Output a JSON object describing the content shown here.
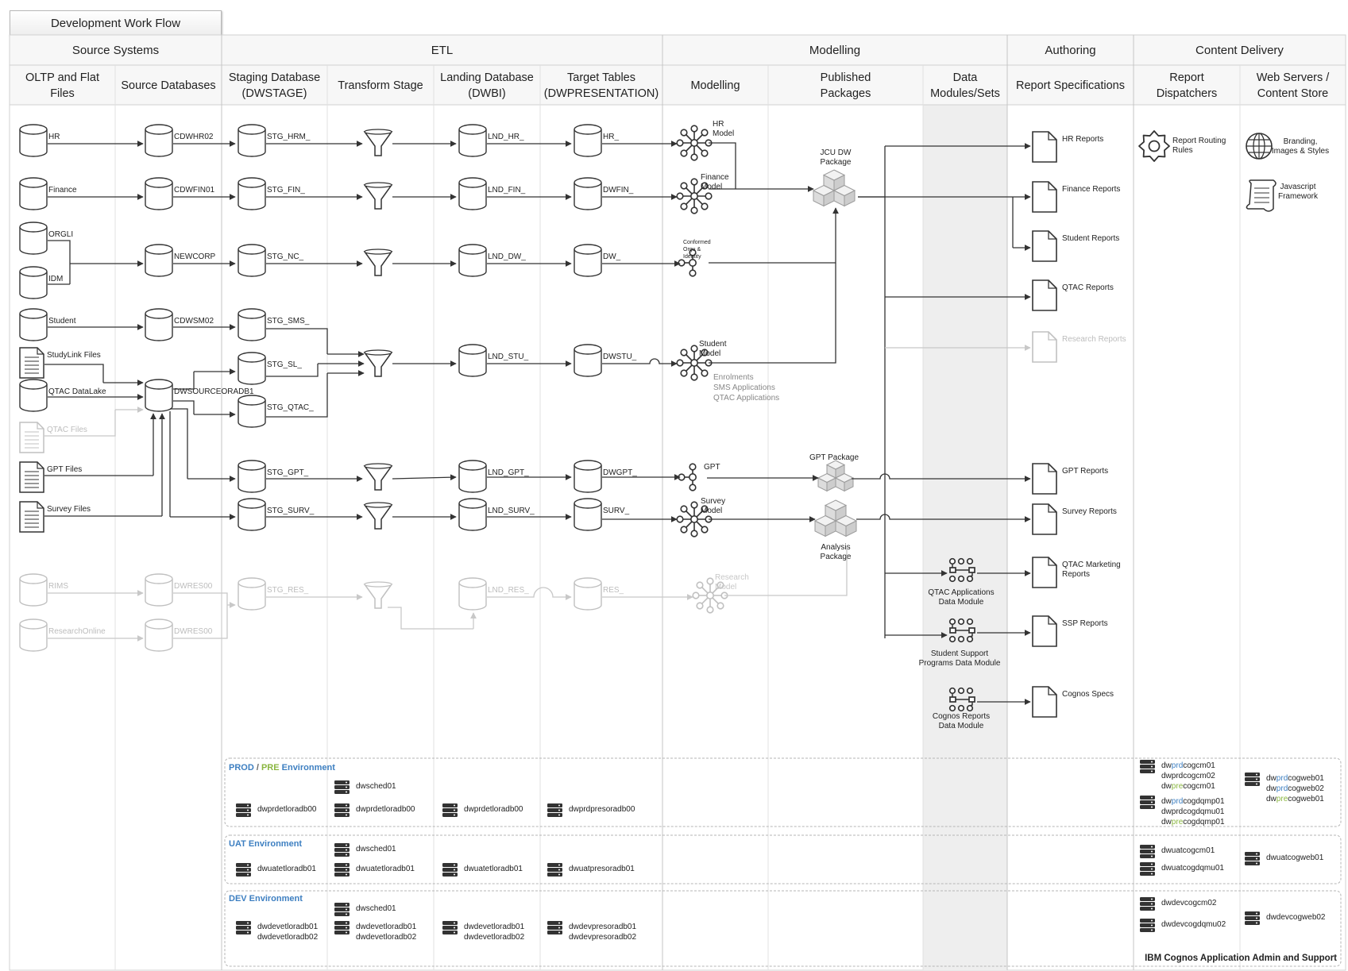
{
  "title": "Development Work Flow",
  "footer": "IBM Cognos Application Admin and Support",
  "groups": [
    "Source Systems",
    "ETL",
    "Modelling",
    "Authoring",
    "Content Delivery"
  ],
  "columns": [
    [
      "OLTP and Flat",
      "Files"
    ],
    [
      "Source Databases"
    ],
    [
      "Staging Database",
      "(DWSTAGE)"
    ],
    [
      "Transform Stage"
    ],
    [
      "Landing Database",
      "(DWBI)"
    ],
    [
      "Target Tables",
      "(DWPRESENTATION)"
    ],
    [
      "Modelling"
    ],
    [
      "Published",
      "Packages"
    ],
    [
      "Data",
      "Modules/Sets"
    ],
    [
      "Report Specifications"
    ],
    [
      "Report",
      "Dispatchers"
    ],
    [
      "Web Servers /",
      "Content Store"
    ]
  ],
  "colors": {
    "line": "#333333",
    "faded": "#c8c8c8",
    "grid": "#d0d0d0",
    "prod": "#3d7fc1",
    "pre": "#8ab640"
  },
  "sources": [
    "HR",
    "Finance",
    "ORGLI",
    "IDM",
    "Student",
    "StudyLink Files",
    "QTAC DataLake",
    "QTAC Files",
    "GPT Files",
    "Survey Files",
    "RIMS",
    "ResearchOnline"
  ],
  "source_dbs": [
    "CDWHR02",
    "CDWFIN01",
    "NEWCORP",
    "CDWSM02",
    "DWSOURCEORADB1",
    "DWRES00",
    "DWRES00"
  ],
  "staging": [
    "STG_HRM_",
    "STG_FIN_",
    "STG_NC_",
    "STG_SMS_",
    "STG_SL_",
    "STG_QTAC_",
    "STG_GPT_",
    "STG_SURV_",
    "STG_RES_"
  ],
  "landing": [
    "LND_HR_",
    "LND_FIN_",
    "LND_DW_",
    "LND_STU_",
    "LND_GPT_",
    "LND_SURV_",
    "LND_RES_"
  ],
  "targets": [
    "HR_",
    "DWFIN_",
    "DW_",
    "DWSTU_",
    "DWGPT_",
    "SURV_",
    "RES_"
  ],
  "models": [
    [
      "HR",
      "Model"
    ],
    [
      "Finance",
      "Model"
    ],
    [
      "Conformed",
      "Orgu &",
      "Identity"
    ],
    [
      "Student",
      "Model"
    ],
    [
      "GPT"
    ],
    [
      "Survey",
      "Model"
    ],
    [
      "Research",
      "Model"
    ]
  ],
  "student_notes": [
    "Enrolments",
    "SMS Applications",
    "QTAC Applications"
  ],
  "packages": [
    [
      "JCU DW",
      "Package"
    ],
    [
      "GPT Package"
    ],
    [
      "Analysis",
      "Package"
    ]
  ],
  "data_modules": [
    [
      "QTAC Applications",
      "Data Module"
    ],
    [
      "Student Support",
      "Programs Data Module"
    ],
    [
      "Cognos Reports",
      "Data Module"
    ]
  ],
  "reports": [
    [
      "HR Reports"
    ],
    [
      "Finance Reports"
    ],
    [
      "Student Reports"
    ],
    [
      "QTAC Reports"
    ],
    [
      "Research Reports"
    ],
    [
      "GPT Reports"
    ],
    [
      "Survey Reports"
    ],
    [
      "QTAC Marketing",
      "Reports"
    ],
    [
      "SSP Reports"
    ],
    [
      "Cognos Specs"
    ]
  ],
  "delivery": {
    "routing": [
      "Report Routing",
      "Rules"
    ],
    "branding": [
      "Branding,",
      "Images & Styles"
    ],
    "javascript": [
      "Javascript",
      "Framework"
    ]
  },
  "envs": {
    "prod_label_a": "PROD",
    "prod_label_sep": " / ",
    "prod_label_b": "PRE",
    "prod_label_c": " Environment",
    "uat_label": "UAT Environment",
    "dev_label": "DEV Environment",
    "prod": {
      "staging": [
        "dwprdetloradb00"
      ],
      "transform_top": [
        "dwsched01"
      ],
      "transform": [
        "dwprdetloradb00"
      ],
      "landing": [
        "dwprdetloradb00"
      ],
      "target": [
        "dwprdpresoradb00"
      ],
      "dispatcher_a": [
        [
          "dw",
          "prd",
          "cogcm01"
        ],
        [
          "dwprdcogcm02"
        ],
        [
          "dw",
          "pre",
          "cogcm01"
        ]
      ],
      "dispatcher_b": [
        [
          "dw",
          "prd",
          "cogdqmp01"
        ],
        [
          "dwprdcogdqmu01"
        ],
        [
          "dw",
          "pre",
          "cogdqmp01"
        ]
      ],
      "web": [
        [
          "dw",
          "prd",
          "cogweb01"
        ],
        [
          "dw",
          "prd",
          "cogweb02"
        ],
        [
          "dw",
          "pre",
          "cogweb01"
        ]
      ]
    },
    "uat": {
      "staging": [
        "dwuatetloradb01"
      ],
      "transform_top": [
        "dwsched01"
      ],
      "transform": [
        "dwuatetloradb01"
      ],
      "landing": [
        "dwuatetloradb01"
      ],
      "target": [
        "dwuatpresoradb01"
      ],
      "dispatcher_a": [
        "dwuatcogcm01"
      ],
      "dispatcher_b": [
        "dwuatcogdqmu01"
      ],
      "web": [
        "dwuatcogweb01"
      ]
    },
    "dev": {
      "staging": [
        "dwdevetloradb01",
        "dwdevetloradb02"
      ],
      "transform_top": [
        "dwsched01"
      ],
      "transform": [
        "dwdevetloradb01",
        "dwdevetloradb02"
      ],
      "landing": [
        "dwdevetloradb01",
        "dwdevetloradb02"
      ],
      "target": [
        "dwdevpresoradb01",
        "dwdevpresoradb02"
      ],
      "dispatcher_a": [
        "dwdevcogcm02"
      ],
      "dispatcher_b": [
        "dwdevcogdqmu02"
      ],
      "web": [
        "dwdevcogweb02"
      ]
    }
  }
}
